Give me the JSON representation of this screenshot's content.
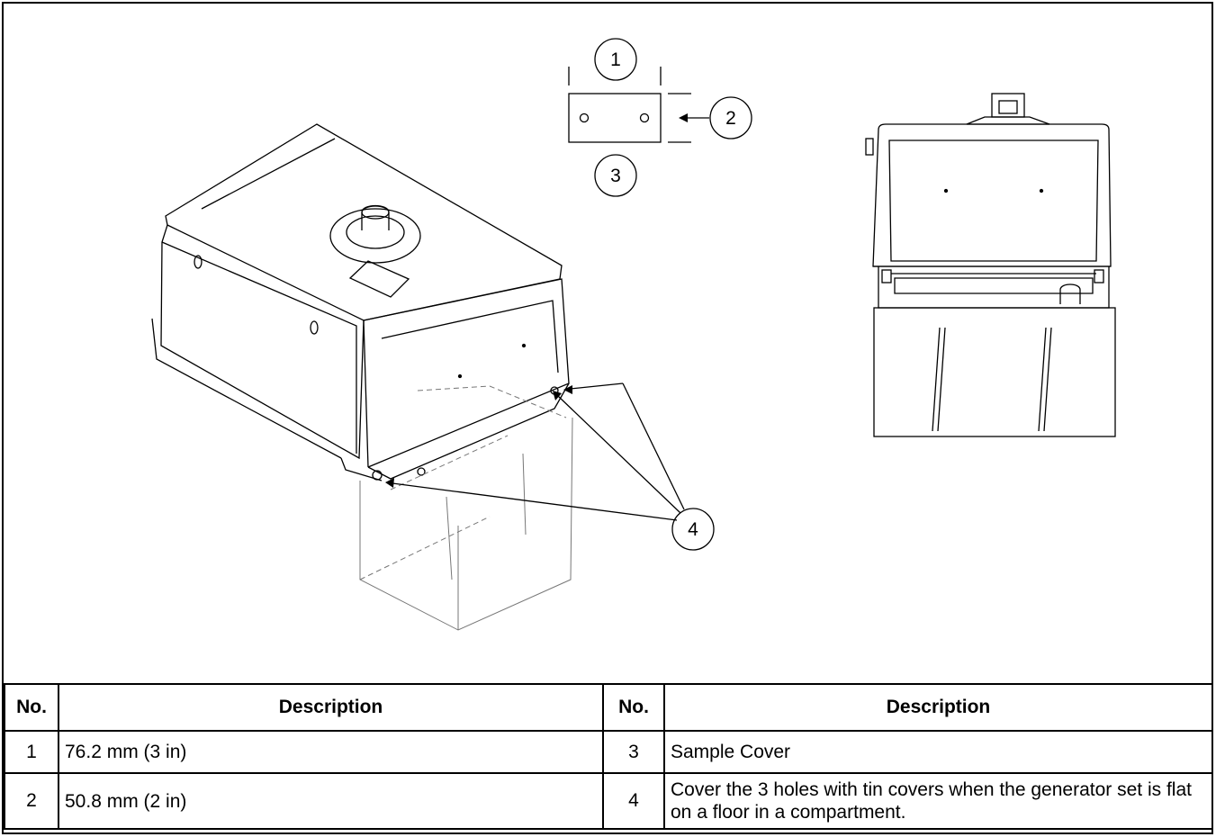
{
  "callouts": [
    "1",
    "2",
    "3",
    "4"
  ],
  "table": {
    "headers": [
      "No.",
      "Description",
      "No.",
      "Description"
    ],
    "rows": [
      {
        "no_a": "1",
        "desc_a": "76.2 mm (3 in)",
        "no_b": "3",
        "desc_b": "Sample Cover"
      },
      {
        "no_a": "2",
        "desc_a": "50.8 mm (2 in)",
        "no_b": "4",
        "desc_b": "Cover the 3 holes with tin covers when the generator set is flat on a floor in a compartment."
      }
    ]
  }
}
